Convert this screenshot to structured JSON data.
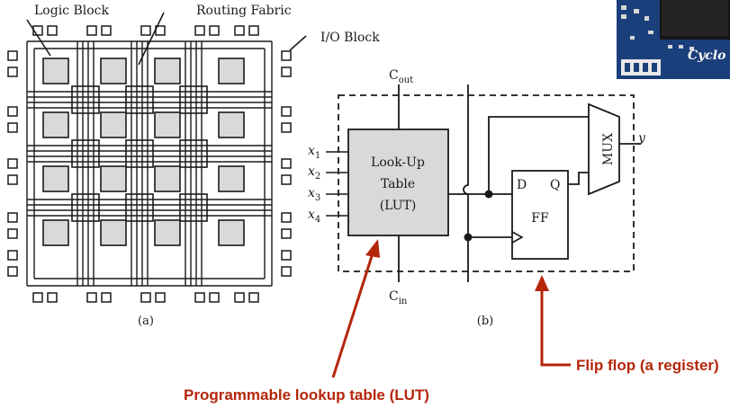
{
  "fpga": {
    "logic_block_label": "Logic Block",
    "routing_fabric_label": "Routing Fabric",
    "io_block_label": "I/O Block",
    "caption": "(a)"
  },
  "cell": {
    "cout_main": "C",
    "cout_sub": "out",
    "cin_main": "C",
    "cin_sub": "in",
    "inputs": [
      {
        "main": "x",
        "sub": "1"
      },
      {
        "main": "x",
        "sub": "2"
      },
      {
        "main": "x",
        "sub": "3"
      },
      {
        "main": "x",
        "sub": "4"
      }
    ],
    "lut_lines": [
      "Look-Up",
      "Table",
      "(LUT)"
    ],
    "ff_label": "FF",
    "d_label": "D",
    "q_label": "Q",
    "mux_label": "MUX",
    "output_label": "y",
    "caption": "(b)"
  },
  "annotations": {
    "lut": "Programmable lookup table (LUT)",
    "ff": "Flip flop (a register)"
  },
  "photo": {
    "chip_text": "Cyclo",
    "colors": {
      "board": "#1a3f7a",
      "chip": "#151515",
      "accent": "#b5260b"
    }
  }
}
